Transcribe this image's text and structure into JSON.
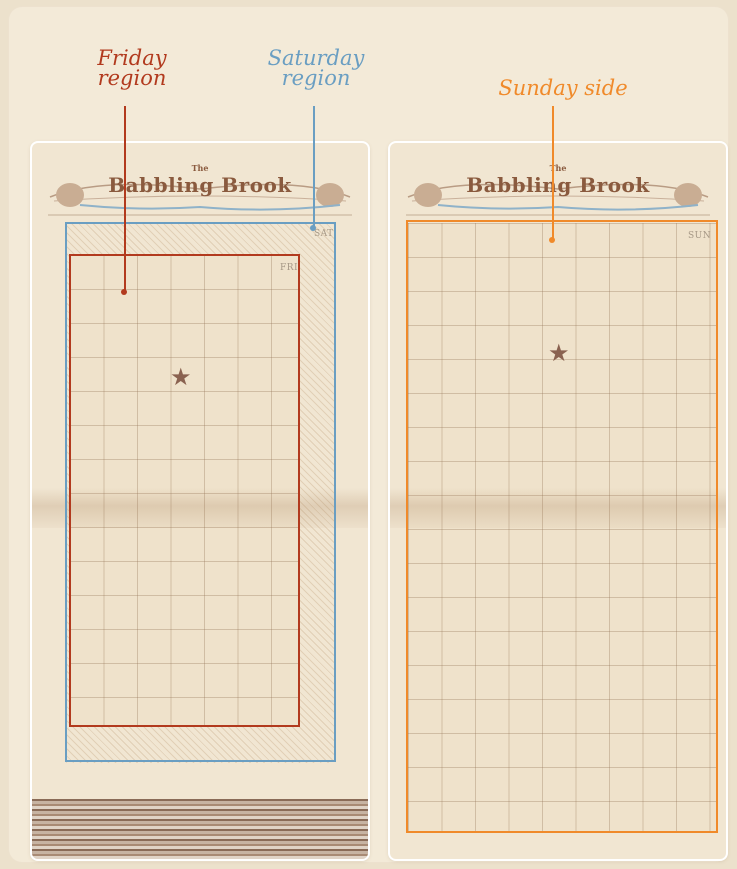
{
  "labels": {
    "friday": {
      "line1": "Friday",
      "line2": "region",
      "color": "#b23a1e"
    },
    "saturday": {
      "line1": "Saturday",
      "line2": "region",
      "color": "#6a9ec2"
    },
    "sunday": {
      "text": "Sunday side",
      "color": "#f08a2a"
    }
  },
  "sheets": {
    "left": {
      "masthead_the": "The",
      "masthead_title": "Babbling Brook",
      "tag_sat": "SAT",
      "tag_fri": "FRI"
    },
    "right": {
      "masthead_the": "The",
      "masthead_title": "Babbling Brook",
      "tag_sun": "SUN"
    }
  },
  "icons": {
    "star": "star-icon"
  },
  "colors": {
    "friday": "#b23a1e",
    "saturday": "#6a9ec2",
    "sunday": "#f08a2a",
    "paper": "#f1e6d2",
    "background": "#ece1cc"
  }
}
